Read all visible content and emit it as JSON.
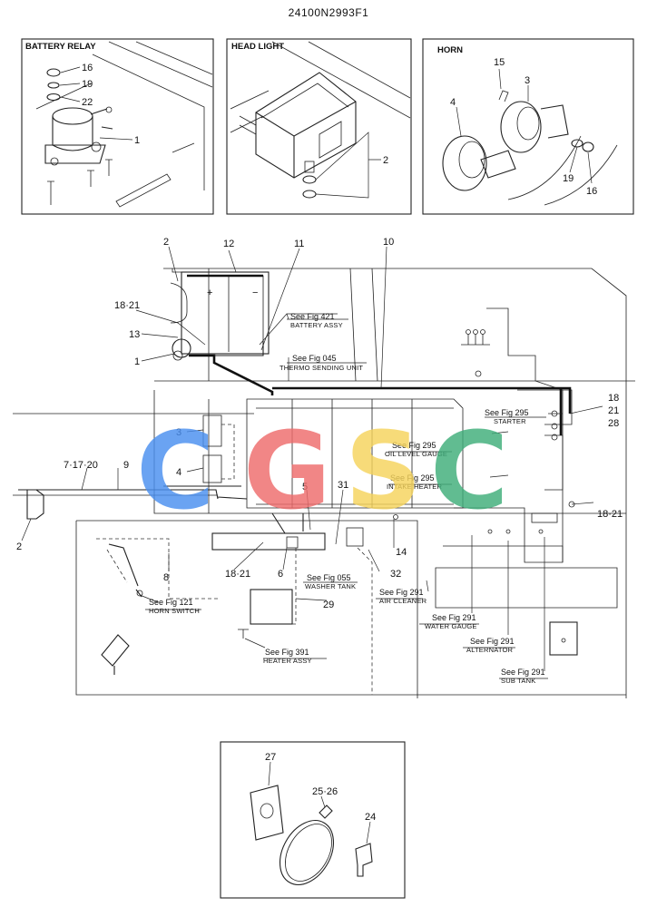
{
  "document": {
    "code": "24100N2993F1"
  },
  "panels": {
    "battery_relay": {
      "title": "BATTERY RELAY",
      "callouts": [
        "16",
        "19",
        "22",
        "1"
      ]
    },
    "head_light": {
      "title": "HEAD LIGHT",
      "callouts": [
        "2"
      ]
    },
    "horn": {
      "title": "HORN",
      "callouts": [
        "15",
        "3",
        "4",
        "19",
        "16"
      ]
    }
  },
  "main": {
    "callouts": {
      "c2_top": "2",
      "c12": "12",
      "c11": "11",
      "c10": "10",
      "c18_21_a": "18·21",
      "c13": "13",
      "c1": "1",
      "c3": "3",
      "c4": "4",
      "c7_17_20": "7·17·20",
      "c9": "9",
      "c2_left": "2",
      "c5": "5",
      "c31": "31",
      "c8": "8",
      "c18_21_b": "18·21",
      "c6": "6",
      "c32": "32",
      "c14": "14",
      "c29": "29",
      "c18_r": "18",
      "c21_r": "21",
      "c28_r": "28",
      "c18_21_r": "18·21"
    },
    "refs": {
      "battery_fig": "See Fig 421",
      "battery_name": "BATTERY ASSY",
      "thermo_fig": "See Fig 045",
      "thermo_name": "THERMO SENDING UNIT",
      "starter_fig": "See Fig 295",
      "starter_name": "STARTER",
      "oil_fig": "See Fig 295",
      "oil_name": "OIL LEVEL GAUGE",
      "intake_fig": "See Fig 295",
      "intake_name": "INTAKE HEATER",
      "washer_fig": "See Fig 055",
      "washer_name": "WASHER TANK",
      "air_fig": "See Fig 291",
      "air_name": "AIR CLEANER",
      "horn_fig": "See Fig 121",
      "horn_name": "HORN SWITCH",
      "water_fig": "See Fig 291",
      "water_name": "WATER GAUGE",
      "alt_fig": "See Fig 291",
      "alt_name": "ALTERNATOR",
      "heater_fig": "See Fig 391",
      "heater_name": "HEATER ASSY",
      "sub_fig": "See Fig 291",
      "sub_name": "SUB TANK"
    }
  },
  "bottom_panel": {
    "callouts": {
      "c27": "27",
      "c25_26": "25·26",
      "c24": "24"
    }
  },
  "watermark": {
    "letters": [
      "C",
      "G",
      "S",
      "C"
    ],
    "colors": [
      "#4a8ff0",
      "#ef6c6c",
      "#f6d45c",
      "#3fae7a"
    ]
  }
}
